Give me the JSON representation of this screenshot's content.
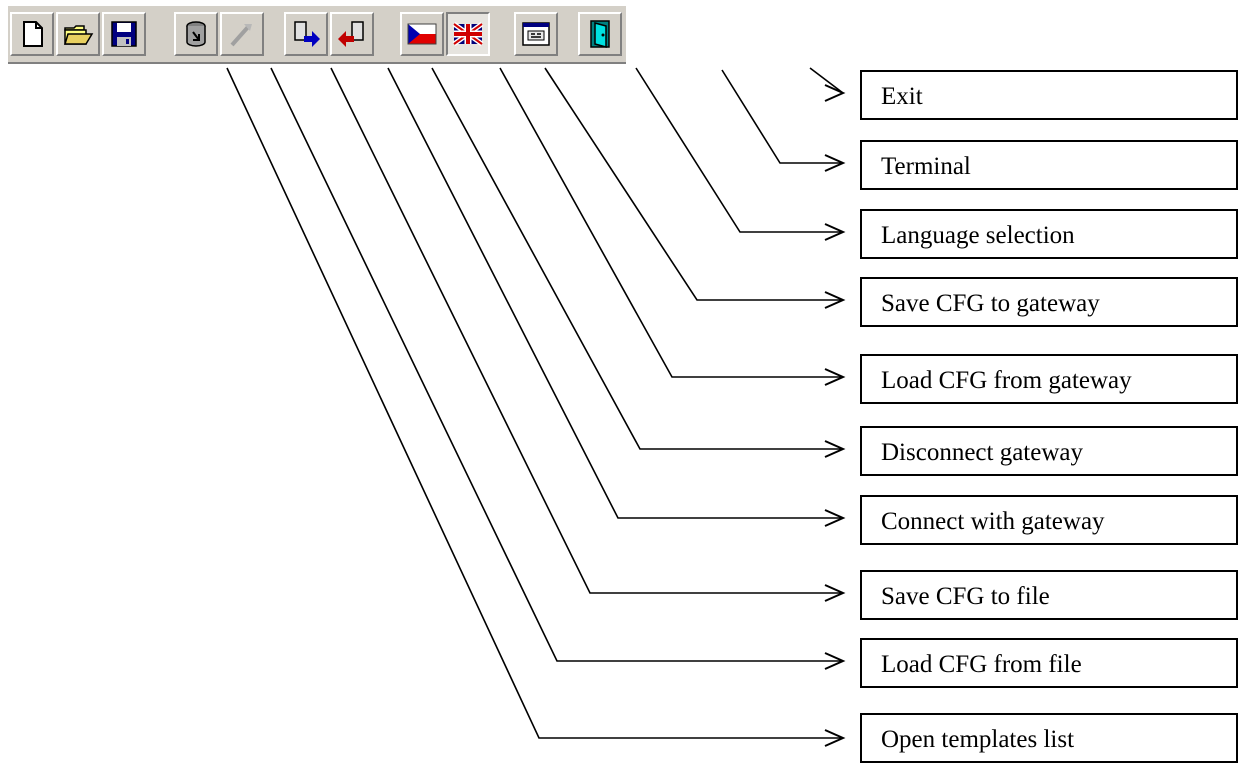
{
  "toolbar": {
    "buttons": [
      {
        "name": "new-document-icon"
      },
      {
        "name": "open-folder-icon"
      },
      {
        "name": "save-floppy-icon"
      },
      {
        "name": "templates-database-icon"
      },
      {
        "name": "disabled-wand-icon"
      },
      {
        "name": "connect-gateway-icon"
      },
      {
        "name": "disconnect-gateway-icon"
      },
      {
        "name": "czech-flag-icon"
      },
      {
        "name": "uk-flag-icon"
      },
      {
        "name": "terminal-icon"
      },
      {
        "name": "exit-door-icon"
      }
    ]
  },
  "labels": [
    "Exit",
    "Terminal",
    "Language selection",
    "Save CFG to gateway",
    "Load CFG from gateway",
    "Disconnect gateway",
    "Connect with gateway",
    "Save CFG to file",
    "Load CFG from file",
    "Open templates list"
  ],
  "colors": {
    "toolbar_face": "#d4d0c8",
    "outline": "#000000"
  }
}
